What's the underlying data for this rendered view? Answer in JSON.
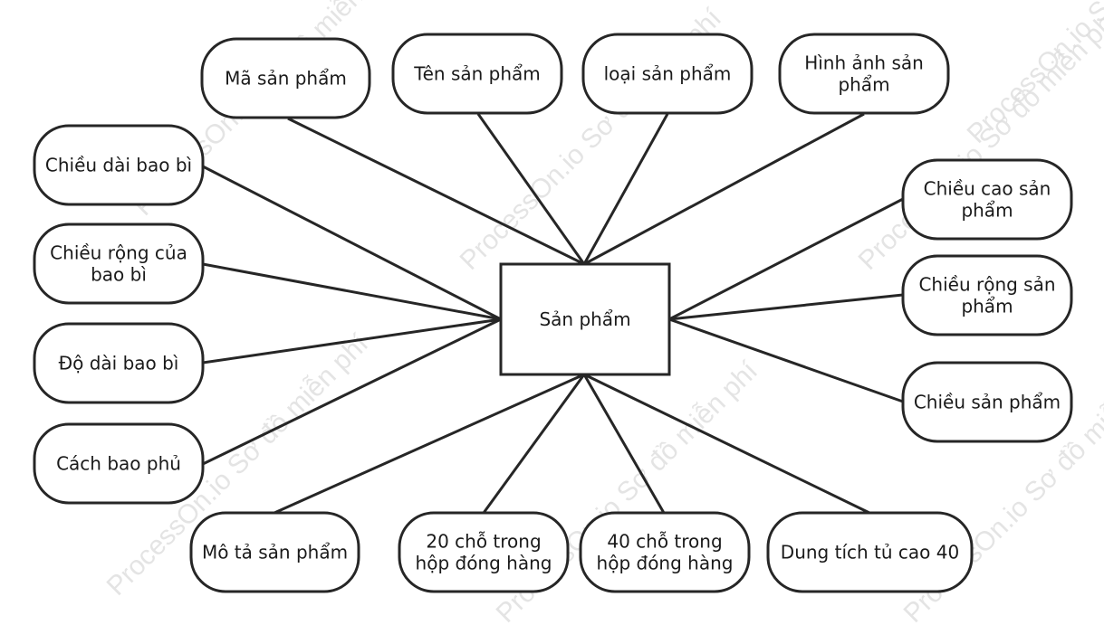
{
  "colors": {
    "stroke": "#262626",
    "fill": "#ffffff",
    "text": "#1a1a1a",
    "watermark": "#dcdcdc"
  },
  "watermark": "ProcessOn.io Sơ đồ miễn phí",
  "center": {
    "id": "san-pham",
    "lines": [
      "Sản phẩm"
    ]
  },
  "nodes": [
    {
      "id": "ma-san-pham",
      "lines": [
        "Mã sản phẩm"
      ]
    },
    {
      "id": "ten-san-pham",
      "lines": [
        "Tên sản phẩm"
      ]
    },
    {
      "id": "loai-san-pham",
      "lines": [
        "loại sản phẩm"
      ]
    },
    {
      "id": "hinh-anh-san-pham",
      "lines": [
        "Hình ảnh sản",
        "phẩm"
      ]
    },
    {
      "id": "chieu-dai-bao-bi",
      "lines": [
        "Chiều dài bao bì"
      ]
    },
    {
      "id": "chieu-rong-cua-bao-bi",
      "lines": [
        "Chiều rộng của",
        "bao bì"
      ]
    },
    {
      "id": "do-dai-bao-bi",
      "lines": [
        "Độ dài bao bì"
      ]
    },
    {
      "id": "cach-bao-phu",
      "lines": [
        "Cách bao phủ"
      ]
    },
    {
      "id": "chieu-cao-san-pham",
      "lines": [
        "Chiều cao sản",
        "phẩm"
      ]
    },
    {
      "id": "chieu-rong-san-pham",
      "lines": [
        "Chiều rộng sản",
        "phẩm"
      ]
    },
    {
      "id": "chieu-san-pham",
      "lines": [
        "Chiều sản phẩm"
      ]
    },
    {
      "id": "mo-ta-san-pham",
      "lines": [
        "Mô tả sản phẩm"
      ]
    },
    {
      "id": "20-cho-trong-hop-dong-hang",
      "lines": [
        "20 chỗ trong",
        "hộp đóng hàng"
      ]
    },
    {
      "id": "40-cho-trong-hop-dong-hang",
      "lines": [
        "40 chỗ trong",
        "hộp đóng hàng"
      ]
    },
    {
      "id": "dung-tich-tu-cao-40",
      "lines": [
        "Dung tích tủ cao 40"
      ]
    }
  ]
}
